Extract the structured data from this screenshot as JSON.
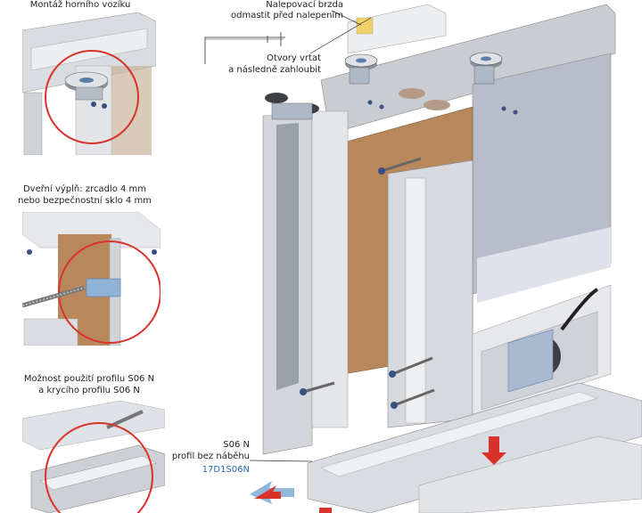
{
  "captions": {
    "top": "Montáž horního vozíku",
    "middle_line1": "Dveřní výplň: zrcadlo 4 mm",
    "middle_line2": "nebo bezpečnostní sklo 4 mm",
    "bottom_line1": "Možnost použití profilu S06 N",
    "bottom_line2": "a krycího profilu S06 N"
  },
  "labels": {
    "brake_line1": "Nalepovací brzda",
    "brake_line2": "odmastit před nalepením",
    "holes_line1": "Otvory vrtat",
    "holes_line2": "a následně zahloubit",
    "profile_line1": "S06 N",
    "profile_line2": "profil bez náběhu",
    "profile_code": "17D1S06N"
  },
  "colors": {
    "aluminium": "#c9ccd1",
    "wood": "#b8875c",
    "mirror": "#b9bccb",
    "highlight_circle": "#d8332b",
    "arrow_red": "#d8332b",
    "arrow_blue": "#8fb8d9",
    "code_blue": "#2b6cb5"
  }
}
